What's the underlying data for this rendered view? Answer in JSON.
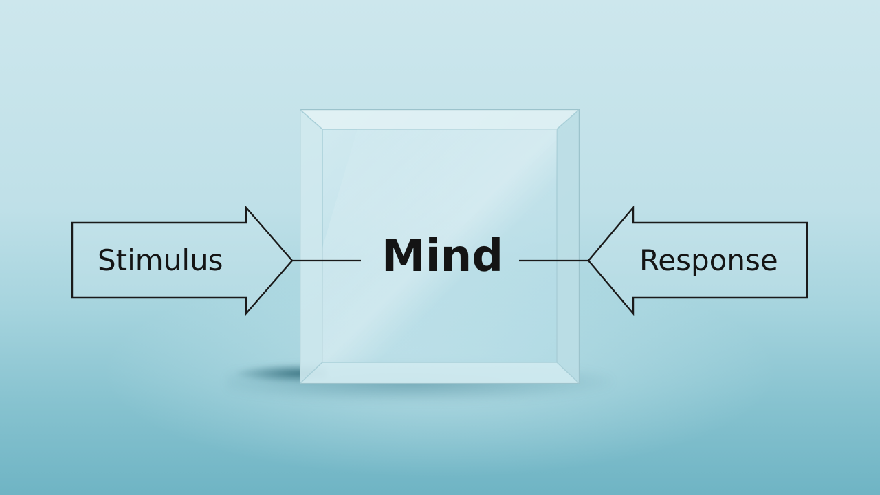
{
  "diagram": {
    "center_label": "Mind",
    "left_label": "Stimulus",
    "right_label": "Response"
  },
  "colors": {
    "background_top": "#cde7ed",
    "background_bottom": "#6fb4c4",
    "stroke": "#1a1a1a",
    "text": "#141414"
  }
}
